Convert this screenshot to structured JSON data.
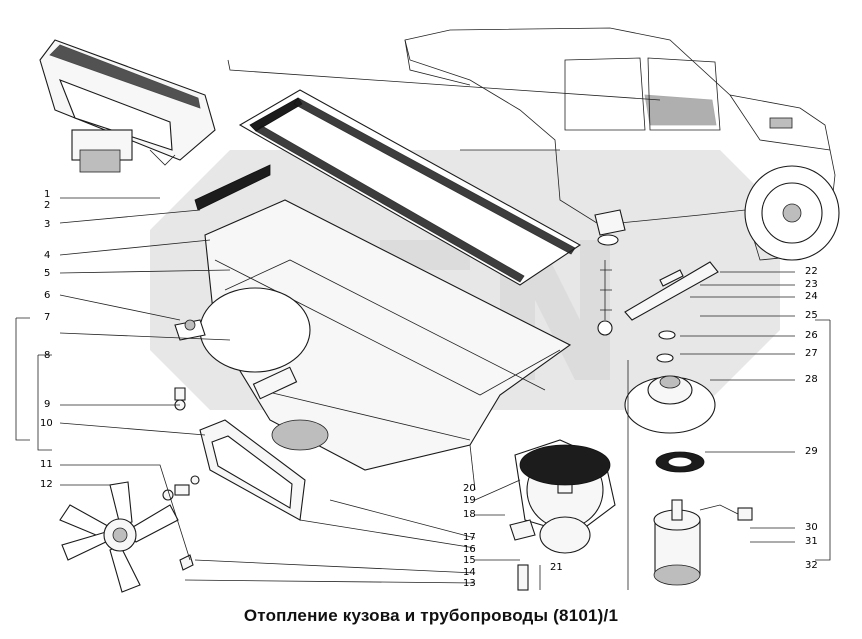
{
  "caption": "Отопление кузова и трубопроводы (8101)/1",
  "watermark": "OPEN",
  "callouts_left": [
    "1",
    "2",
    "3",
    "4",
    "5",
    "6",
    "7",
    "8",
    "9",
    "10",
    "11",
    "12"
  ],
  "callouts_bottom": [
    "13",
    "14",
    "15",
    "16",
    "17",
    "18",
    "19",
    "20",
    "21"
  ],
  "callouts_right": [
    "22",
    "23",
    "24",
    "25",
    "26",
    "27",
    "28",
    "29",
    "30",
    "31",
    "32"
  ]
}
